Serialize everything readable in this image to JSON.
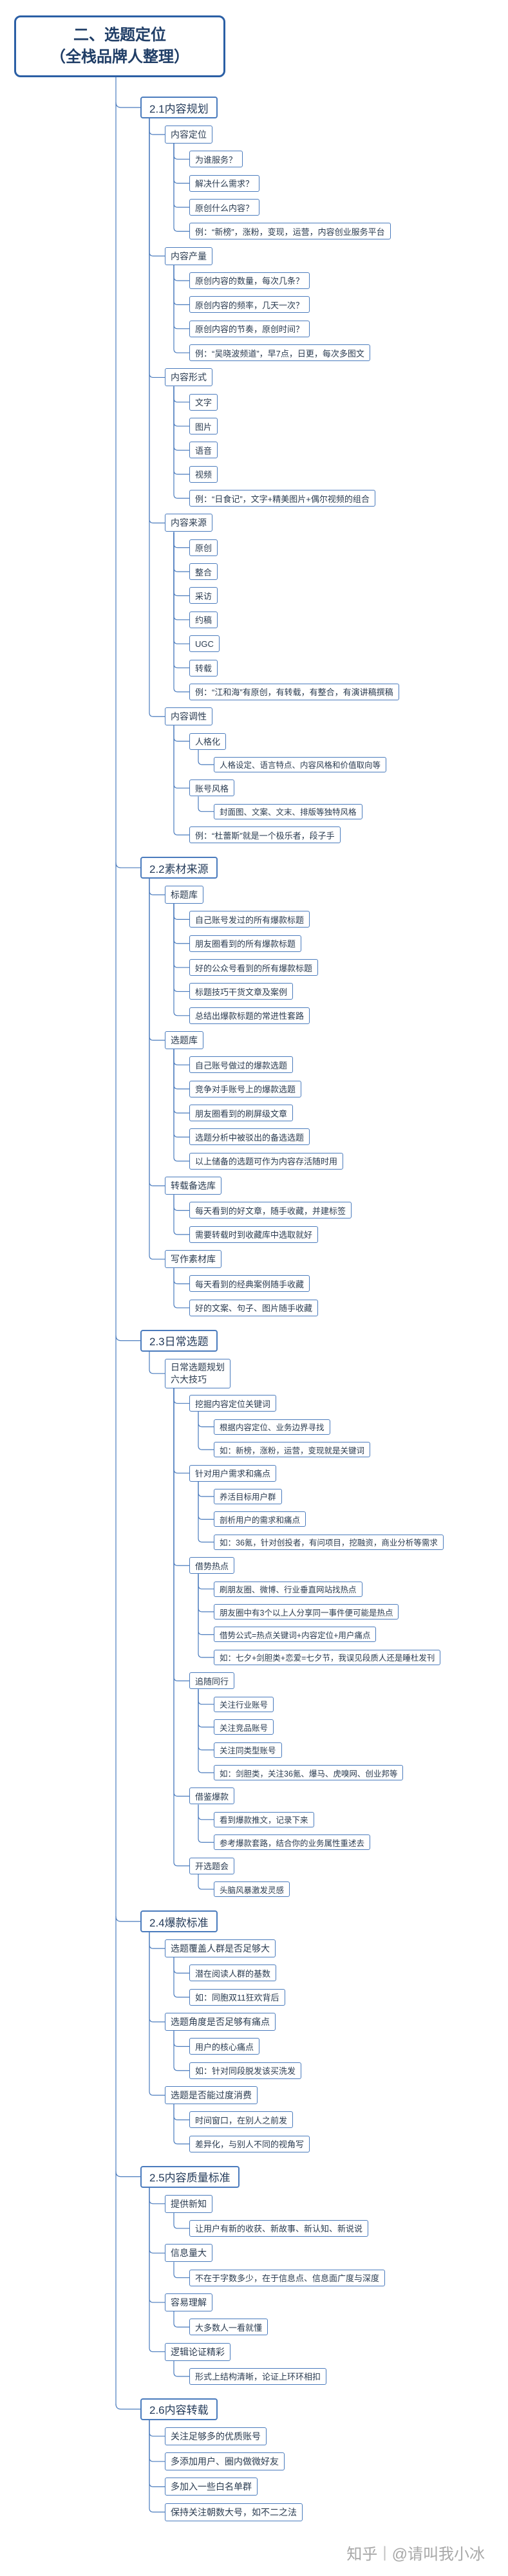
{
  "root": {
    "line1": "二、选题定位",
    "line2": "（全栈品牌人整理）"
  },
  "sections": [
    {
      "label": "2.1内容规划",
      "children": [
        {
          "label": "内容定位",
          "children": [
            {
              "label": "为谁服务？"
            },
            {
              "label": "解决什么需求？"
            },
            {
              "label": "原创什么内容？"
            },
            {
              "label": "例：“新榜”，涨粉，变现，运营，内容创业服务平台"
            }
          ]
        },
        {
          "label": "内容产量",
          "children": [
            {
              "label": "原创内容的数量，每次几条？"
            },
            {
              "label": "原创内容的频率，几天一次？"
            },
            {
              "label": "原创内容的节奏，原创时间？"
            },
            {
              "label": "例：“吴晓波频道”，早7点，日更，每次多图文"
            }
          ]
        },
        {
          "label": "内容形式",
          "children": [
            {
              "label": "文字"
            },
            {
              "label": "图片"
            },
            {
              "label": "语音"
            },
            {
              "label": "视频"
            },
            {
              "label": "例：“日食记”，文字+精美图片+偶尔视频的组合"
            }
          ]
        },
        {
          "label": "内容来源",
          "children": [
            {
              "label": "原创"
            },
            {
              "label": "整合"
            },
            {
              "label": "采访"
            },
            {
              "label": "约稿"
            },
            {
              "label": "UGC"
            },
            {
              "label": "转载"
            },
            {
              "label": "例：“江和海”有原创，有转载，有整合，有演讲稿撰稿"
            }
          ]
        },
        {
          "label": "内容调性",
          "children": [
            {
              "label": "人格化",
              "children": [
                {
                  "label": "人格设定、语言特点、内容风格和价值取向等"
                }
              ]
            },
            {
              "label": "账号风格",
              "children": [
                {
                  "label": "封面图、文案、文末、排版等独特风格"
                }
              ]
            },
            {
              "label": "例：“杜蕾斯”就是一个极乐者，段子手"
            }
          ]
        }
      ]
    },
    {
      "label": "2.2素材来源",
      "children": [
        {
          "label": "标题库",
          "children": [
            {
              "label": "自己账号发过的所有爆款标题"
            },
            {
              "label": "朋友圈看到的所有爆款标题"
            },
            {
              "label": "好的公众号看到的所有爆款标题"
            },
            {
              "label": "标题技巧干货文章及案例"
            },
            {
              "label": "总结出爆款标题的常进性套路"
            }
          ]
        },
        {
          "label": "选题库",
          "children": [
            {
              "label": "自己账号做过的爆款选题"
            },
            {
              "label": "竞争对手账号上的爆款选题"
            },
            {
              "label": "朋友圈看到的刷屏级文章"
            },
            {
              "label": "选题分析中被驳出的备选选题"
            },
            {
              "label": "以上储备的选题可作为内容存活随时用"
            }
          ]
        },
        {
          "label": "转载备选库",
          "children": [
            {
              "label": "每天看到的好文章，随手收藏，并建标签"
            },
            {
              "label": "需要转载时到收藏库中选取就好"
            }
          ]
        },
        {
          "label": "写作素材库",
          "children": [
            {
              "label": "每天看到的经典案例随手收藏"
            },
            {
              "label": "好的文案、句子、图片随手收藏"
            }
          ]
        }
      ]
    },
    {
      "label": "2.3日常选题",
      "children": [
        {
          "label": "日常选题规划",
          "label2": "六大技巧",
          "children": [
            {
              "label": "挖掘内容定位关键词",
              "children": [
                {
                  "label": "根据内容定位、业务边界寻找"
                },
                {
                  "label": "如：新榜，涨粉，运营，变现就是关键词"
                }
              ]
            },
            {
              "label": "针对用户需求和痛点",
              "children": [
                {
                  "label": "养活目标用户群"
                },
                {
                  "label": "剖析用户的需求和痛点"
                },
                {
                  "label": "如：36氪，针对创投者，有问项目，挖融资，商业分析等需求"
                }
              ]
            },
            {
              "label": "借势热点",
              "children": [
                {
                  "label": "刷朋友圈、微博、行业垂直网站找热点"
                },
                {
                  "label": "朋友圈中有3个以上人分享同一事件便可能是热点"
                },
                {
                  "label": "借势公式=热点关键词+内容定位+用户痛点"
                },
                {
                  "label": "如：七夕+剑胆类+恋爱=七夕节，我误见段质人还是睡杜发刊"
                }
              ]
            },
            {
              "label": "追随同行",
              "children": [
                {
                  "label": "关注行业账号"
                },
                {
                  "label": "关注竞品账号"
                },
                {
                  "label": "关注同类型账号"
                },
                {
                  "label": "如：剑胆类，关注36氪、爆马、虎嗅网、创业邦等"
                }
              ]
            },
            {
              "label": "借鉴爆款",
              "children": [
                {
                  "label": "看到爆款推文，记录下来"
                },
                {
                  "label": "参考爆款套路，结合你的业务属性重述去"
                }
              ]
            },
            {
              "label": "开选题会",
              "children": [
                {
                  "label": "头脑风暴激发灵感"
                }
              ]
            }
          ]
        }
      ]
    },
    {
      "label": "2.4爆款标准",
      "children": [
        {
          "label": "选题覆盖人群是否足够大",
          "children": [
            {
              "label": "潜在阅读人群的基数"
            },
            {
              "label": "如：同胞双11狂欢背后"
            }
          ]
        },
        {
          "label": "选题角度是否足够有痛点",
          "children": [
            {
              "label": "用户的核心痛点"
            },
            {
              "label": "如：针对同段脱发该买洗发"
            }
          ]
        },
        {
          "label": "选题是否能过度消费",
          "children": [
            {
              "label": "时间窗口，在别人之前发"
            },
            {
              "label": "差异化，与别人不同的视角写"
            }
          ]
        }
      ]
    },
    {
      "label": "2.5内容质量标准",
      "children": [
        {
          "label": "提供新知",
          "children": [
            {
              "label": "让用户有新的收获、新故事、新认知、新说说"
            }
          ]
        },
        {
          "label": "信息量大",
          "children": [
            {
              "label": "不在于字数多少，在于信息点、信息面广度与深度"
            }
          ]
        },
        {
          "label": "容易理解",
          "children": [
            {
              "label": "大多数人一看就懂"
            }
          ]
        },
        {
          "label": "逻辑论证精彩",
          "children": [
            {
              "label": "形式上结构清晰，论证上环环相扣"
            }
          ]
        }
      ]
    },
    {
      "label": "2.6内容转载",
      "children": [
        {
          "label": "关注足够多的优质账号"
        },
        {
          "label": "多添加用户、圈内做微好友"
        },
        {
          "label": "多加入一些白名单群"
        },
        {
          "label": "保持关注朝数大号，如不二之法"
        }
      ]
    }
  ],
  "watermark": {
    "platform": "知乎",
    "author": "@请叫我小冰"
  },
  "colors": {
    "line": "#4a7bbd",
    "border": "#4a7bbd",
    "root_border": "#2b5fa5",
    "text": "#2a3b50"
  }
}
